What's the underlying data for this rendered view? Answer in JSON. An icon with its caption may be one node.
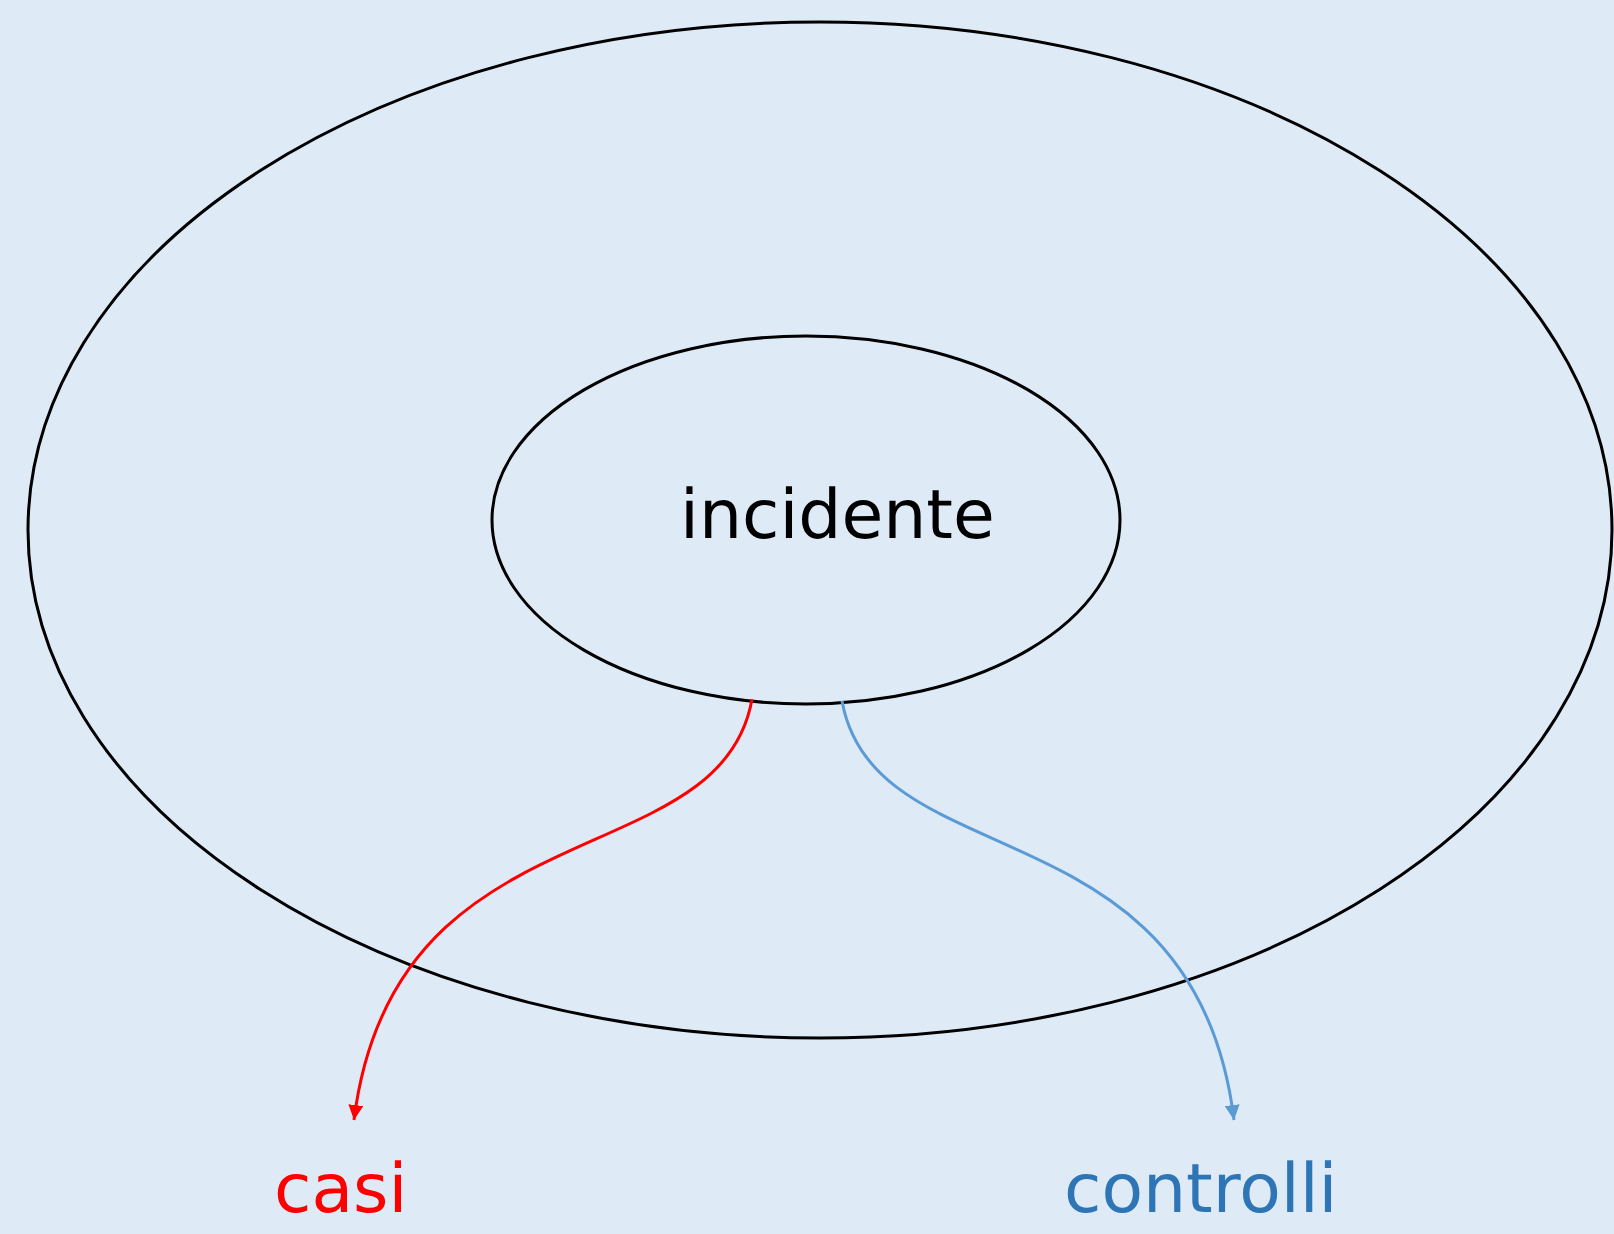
{
  "diagram": {
    "nodes": [
      {
        "text": [],
        "shape": "ellipse"
      },
      {
        "text": [
          "incidente"
        ],
        "in": 0
      },
      {
        "text": [
          "casi"
        ]
      },
      {
        "text": [
          "controlli"
        ]
      }
    ],
    "edges": [
      {
        "from": 1,
        "to": 2,
        "arrow": "to",
        "color": "#ff0000"
      },
      {
        "from": 1,
        "to": 3,
        "arrow": "to",
        "color": "#5b9bd5"
      }
    ]
  }
}
